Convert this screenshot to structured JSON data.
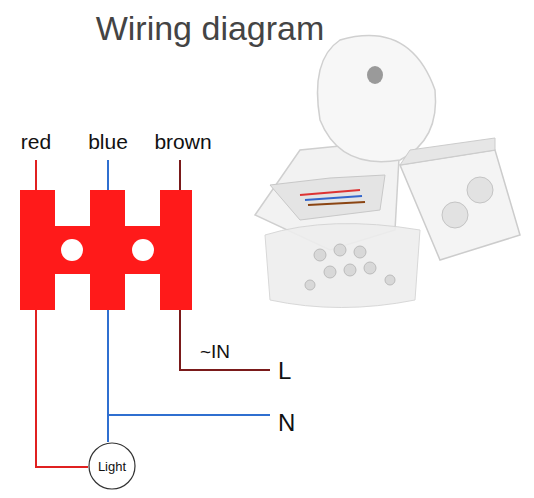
{
  "diagram": {
    "title": "Wiring diagram",
    "nodes": [
      {
        "text": [
          "Light"
        ]
      }
    ],
    "labels": [
      "red",
      "blue",
      "brown",
      "~IN",
      "L",
      "N"
    ]
  }
}
